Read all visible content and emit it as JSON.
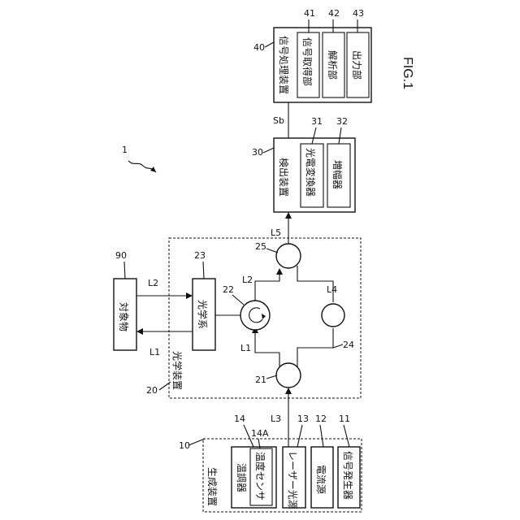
{
  "figure": {
    "title": "FIG.1",
    "system_ref": "1"
  },
  "generator": {
    "ref": "10",
    "label": "生成装置",
    "signal_gen": {
      "ref": "11",
      "label": "信号発生器"
    },
    "current_src": {
      "ref": "12",
      "label": "電流源"
    },
    "laser": {
      "ref": "13",
      "label": "レーザー光源"
    },
    "temp_ctrl": {
      "ref": "14",
      "label": "温調器"
    },
    "temp_sensor": {
      "ref": "14A",
      "label": "温度センサ"
    }
  },
  "optical": {
    "ref": "20",
    "label": "光学装置",
    "splitter": {
      "ref": "21"
    },
    "circulator": {
      "ref": "22"
    },
    "optics": {
      "ref": "23",
      "label": "光学系"
    },
    "path": {
      "ref": "24"
    },
    "combiner": {
      "ref": "25"
    }
  },
  "target": {
    "ref": "90",
    "label": "対象物"
  },
  "detector": {
    "ref": "30",
    "label": "検出装置",
    "converter": {
      "ref": "31",
      "label": "光電変換器"
    },
    "amplifier": {
      "ref": "32",
      "label": "増幅器"
    }
  },
  "processor": {
    "ref": "40",
    "label": "信号処理装置",
    "acquire": {
      "ref": "41",
      "label": "信号取得部"
    },
    "analyze": {
      "ref": "42",
      "label": "解析部"
    },
    "output": {
      "ref": "43",
      "label": "出力部"
    }
  },
  "beams": {
    "l1a": "L1",
    "l1b": "L1",
    "l2a": "L2",
    "l2b": "L2",
    "l3": "L3",
    "l4": "L4",
    "l5": "L5",
    "sb": "Sb"
  }
}
